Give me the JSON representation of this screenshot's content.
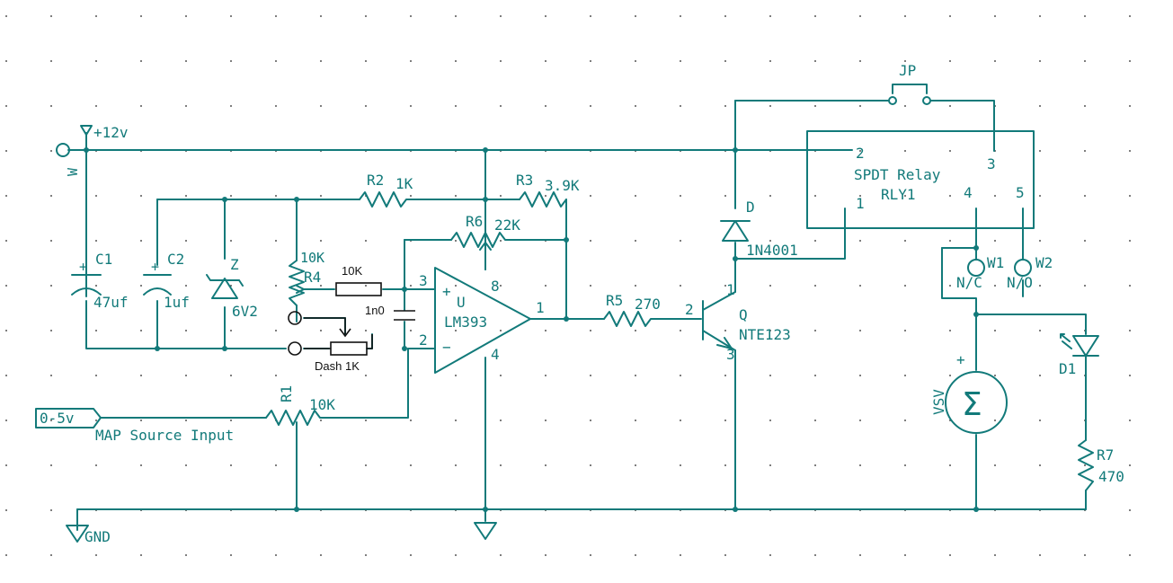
{
  "diagram": {
    "power": {
      "label": "+12v",
      "ground_label": "GND",
      "terminal": "W"
    },
    "input": {
      "tag": "0-5v",
      "name": "MAP Source Input"
    },
    "components": {
      "c1": {
        "ref": "C1",
        "value": "47uf"
      },
      "c2": {
        "ref": "C2",
        "value": "1uf"
      },
      "zener": {
        "ref": "Z",
        "value": "6V2"
      },
      "r1": {
        "ref": "R1",
        "value": "10K"
      },
      "r2": {
        "ref": "R2",
        "value": "1K"
      },
      "r3": {
        "ref": "R3",
        "value": "3.9K"
      },
      "r4": {
        "ref": "R4",
        "value": "10K"
      },
      "r_series": {
        "value": "10K"
      },
      "r5": {
        "ref": "R5",
        "value": "270"
      },
      "r6": {
        "ref": "R6",
        "value": "22K"
      },
      "r7": {
        "ref": "R7",
        "value": "470"
      },
      "cap_1n0": {
        "value": "1n0"
      },
      "dash": {
        "value": "Dash 1K"
      },
      "opamp": {
        "ref": "U",
        "part": "LM393",
        "pin_plus": "3",
        "pin_minus": "2",
        "pin_out": "1",
        "pin_vcc": "8",
        "pin_gnd": "4"
      },
      "transistor": {
        "ref": "Q",
        "part": "NTE123",
        "pin_c": "1",
        "pin_b": "2",
        "pin_e": "3"
      },
      "diode": {
        "ref": "D",
        "part": "1N4001"
      },
      "relay": {
        "title": "SPDT Relay",
        "ref": "RLY1",
        "pins": [
          "2",
          "3",
          "1",
          "4",
          "5"
        ]
      },
      "jumper": {
        "ref": "JP"
      },
      "w1": {
        "ref": "W1",
        "label": "N/C"
      },
      "w2": {
        "ref": "W2",
        "label": "N/O"
      },
      "vsv": {
        "ref": "VSV",
        "sign": "+",
        "symbol": "Σ"
      },
      "d1": {
        "ref": "D1"
      }
    }
  }
}
